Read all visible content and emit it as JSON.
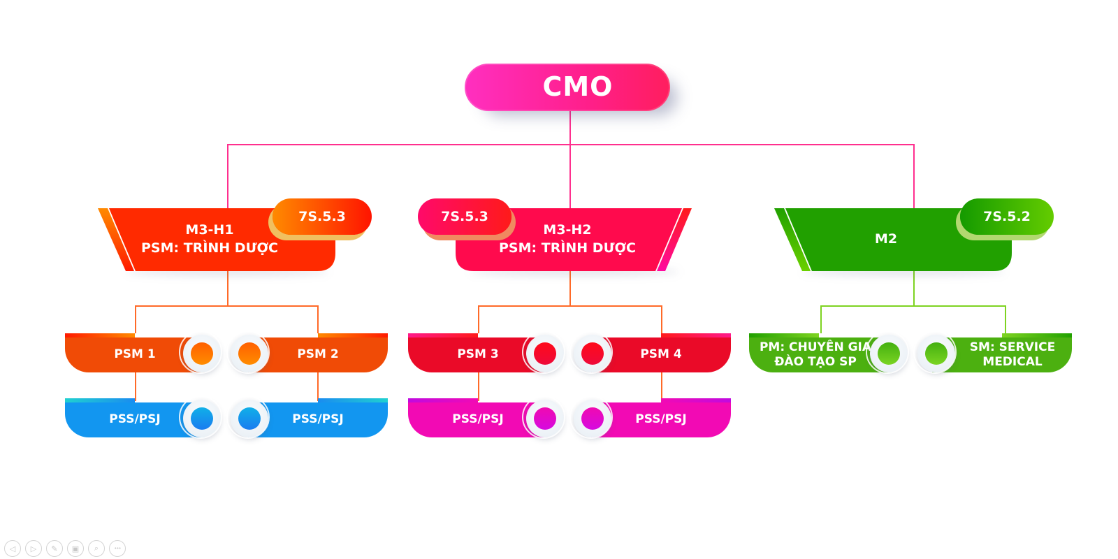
{
  "root": {
    "label": "CMO",
    "color_from": "#ff2fc0",
    "color_to": "#ff1e5e"
  },
  "connector_colors": {
    "top": "#ff2f8e",
    "m3": "#ff6a28",
    "m2": "#7ed321"
  },
  "departments": [
    {
      "id": "m3-h1",
      "title": "M3-H1",
      "subtitle": "PSM: TRÌNH DƯỢC",
      "badge": "7S.5.3",
      "color": "#ff2a00",
      "badge_from": "#ff8a00",
      "badge_to": "#ff1400",
      "teams": [
        {
          "label": "PSM 1",
          "color": "#f04b06",
          "dot": "#ff6d00",
          "tier": "psm"
        },
        {
          "label": "PSM 2",
          "color": "#f04b06",
          "dot": "#ff6d00",
          "tier": "psm"
        },
        {
          "label": "PSS/PSJ",
          "color": "#1296f0",
          "dot": "#1a8cf0",
          "tier": "pss"
        },
        {
          "label": "PSS/PSJ",
          "color": "#1296f0",
          "dot": "#1a8cf0",
          "tier": "pss"
        }
      ]
    },
    {
      "id": "m3-h2",
      "title": "M3-H2",
      "subtitle": "PSM: TRÌNH DƯỢC",
      "badge": "7S.5.3",
      "color": "#ff0a4d",
      "badge_from": "#ff0a6a",
      "badge_to": "#ff1a1a",
      "teams": [
        {
          "label": "PSM 3",
          "color": "#ea0a28",
          "dot": "#ff0a1a",
          "tier": "psm"
        },
        {
          "label": "PSM 4",
          "color": "#ea0a28",
          "dot": "#ff0a1a",
          "tier": "psm"
        },
        {
          "label": "PSS/PSJ",
          "color": "#f20ab4",
          "dot": "#e60ad2",
          "tier": "pss"
        },
        {
          "label": "PSS/PSJ",
          "color": "#f20ab4",
          "dot": "#e60ad2",
          "tier": "pss"
        }
      ]
    },
    {
      "id": "m2",
      "title": "M2",
      "subtitle": "",
      "badge": "7S.5.2",
      "color": "#21a000",
      "badge_from": "#149a00",
      "badge_to": "#64cc00",
      "teams": [
        {
          "label": "PM: CHUYÊN GIA\nĐÀO TẠO SP",
          "line1": "PM: CHUYÊN GIA",
          "line2": "ĐÀO TẠO SP",
          "color": "#4cb010",
          "dot": "#5cc416",
          "tier": "psm"
        },
        {
          "label": "SM: SERVICE\nMEDICAL",
          "line1": "SM: SERVICE",
          "line2": "MEDICAL",
          "color": "#4cb010",
          "dot": "#5cc416",
          "tier": "psm"
        }
      ]
    }
  ],
  "toolbar": [
    {
      "name": "previous-slide",
      "glyph": "◁"
    },
    {
      "name": "next-slide",
      "glyph": "▷"
    },
    {
      "name": "pen",
      "glyph": "✎"
    },
    {
      "name": "slides-overview",
      "glyph": "▣"
    },
    {
      "name": "zoom",
      "glyph": "⌕"
    },
    {
      "name": "more",
      "glyph": "•••"
    }
  ]
}
